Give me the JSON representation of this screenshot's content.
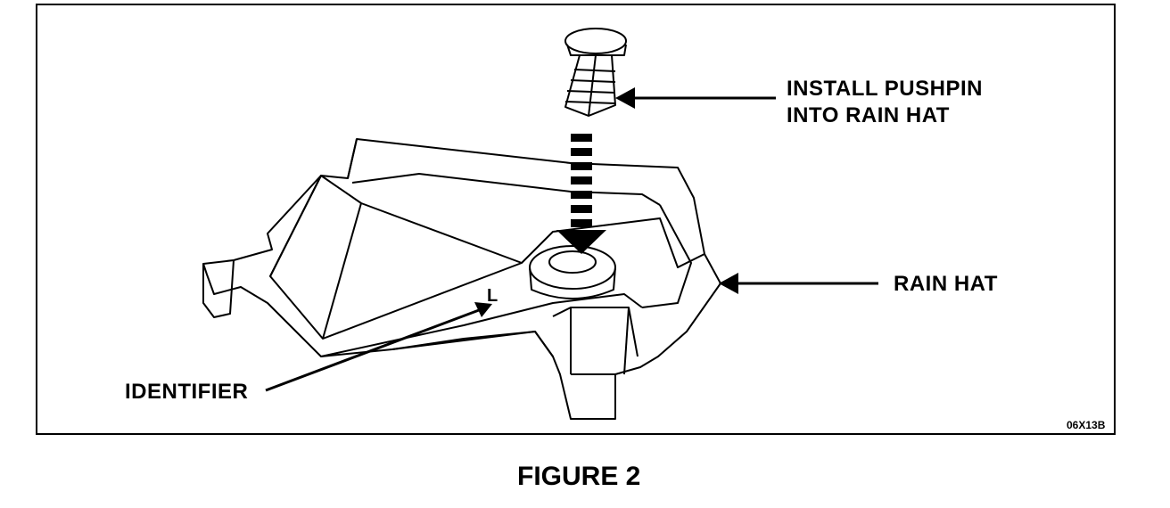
{
  "callouts": {
    "install_line1": "INSTALL PUSHPIN",
    "install_line2": "INTO RAIN HAT",
    "rain_hat": "RAIN HAT",
    "identifier": "IDENTIFIER",
    "identifier_mark": "L"
  },
  "drawing_code": "06X13B",
  "caption": "FIGURE 2"
}
